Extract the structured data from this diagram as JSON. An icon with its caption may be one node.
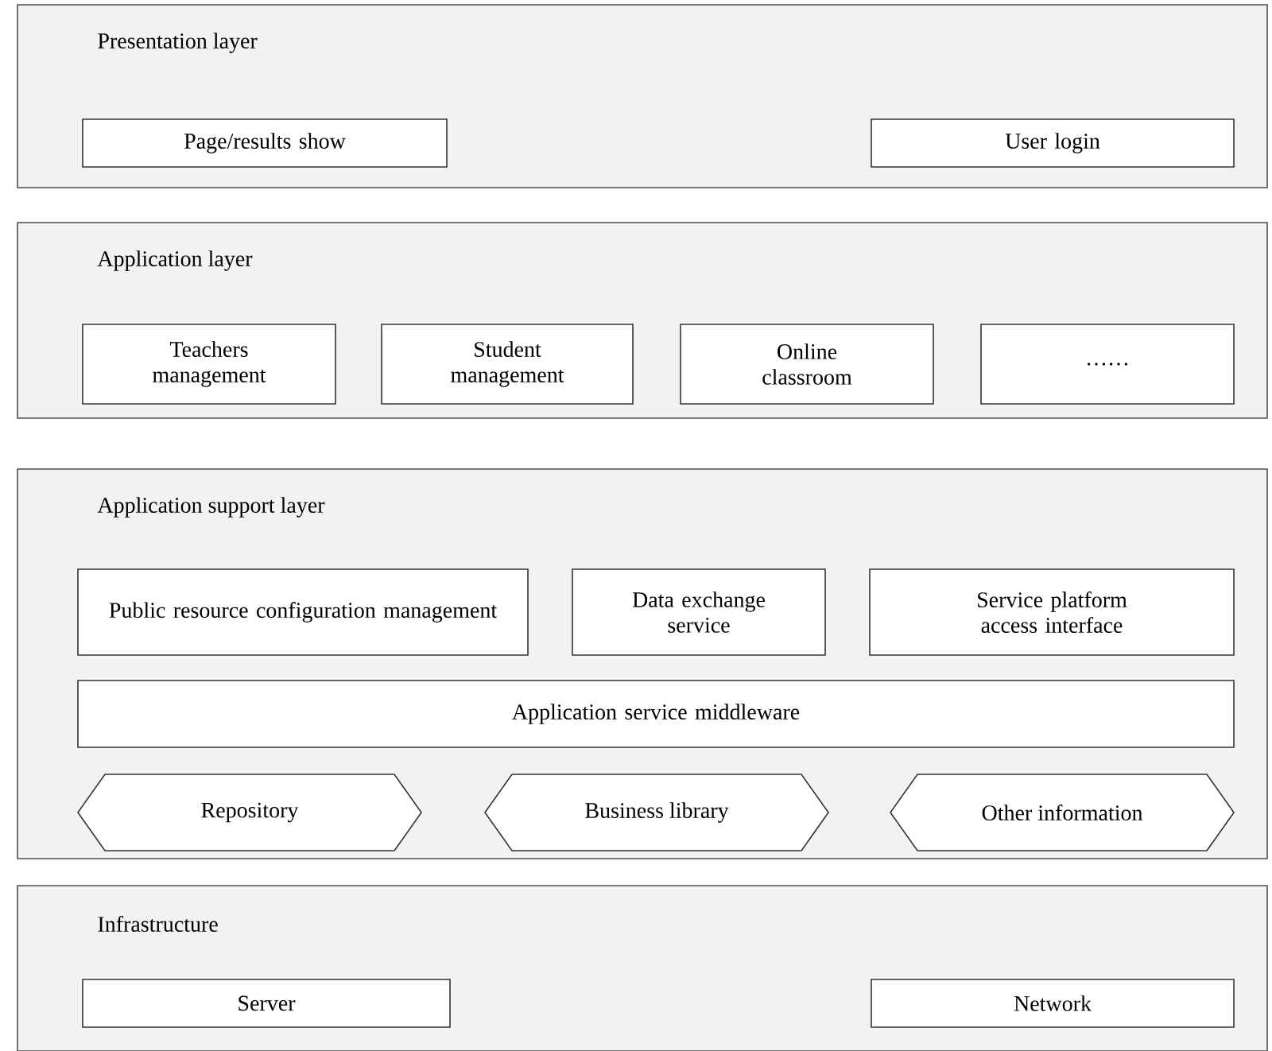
{
  "diagram": {
    "nodes": [
      {
        "text": [
          "Presentation layer"
        ]
      },
      {
        "text": [
          "Page/results show"
        ],
        "in": 0
      },
      {
        "text": [
          "User login"
        ],
        "in": 0
      },
      {
        "text": [
          "Application layer"
        ]
      },
      {
        "text": [
          "Teachers management"
        ],
        "in": 3
      },
      {
        "text": [
          "Student management"
        ],
        "in": 3
      },
      {
        "text": [
          "Online classroom"
        ],
        "in": 3
      },
      {
        "text": [
          "……"
        ],
        "in": 3
      },
      {
        "text": [
          "Application support layer"
        ]
      },
      {
        "text": [
          "Public resource configuration management"
        ],
        "in": 8
      },
      {
        "text": [
          "Data exchange service"
        ],
        "in": 8
      },
      {
        "text": [
          "Service platform access interface"
        ],
        "in": 8
      },
      {
        "text": [
          "Application service middleware"
        ],
        "in": 8
      },
      {
        "text": [
          "Repository"
        ],
        "in": 8
      },
      {
        "text": [
          "Business library"
        ],
        "in": 8
      },
      {
        "text": [
          "Other information"
        ],
        "in": 8
      },
      {
        "text": [
          "Infrastructure"
        ]
      },
      {
        "text": [
          "Server"
        ],
        "in": 16
      },
      {
        "text": [
          "Network"
        ],
        "in": 16
      }
    ]
  }
}
